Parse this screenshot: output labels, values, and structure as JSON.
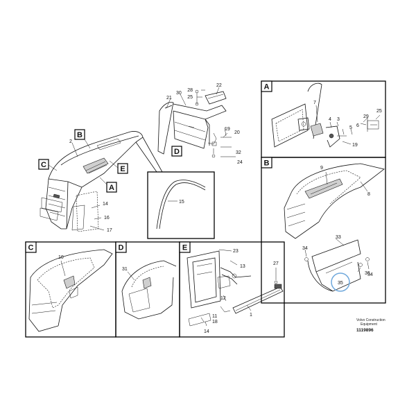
{
  "section_tags": {
    "A": "A",
    "B": "B",
    "C": "C",
    "D": "D",
    "E": "E"
  },
  "main_labels": {
    "n2": "2",
    "n14": "14",
    "n16": "16",
    "n17": "17",
    "n28": "28",
    "n25": "25",
    "n21": "21",
    "n30": "30",
    "n22": "22",
    "n19": "19",
    "n20": "20",
    "n32": "32",
    "n24": "24",
    "n15": "15"
  },
  "panel_a_labels": {
    "n7": "7",
    "n4": "4",
    "n3": "3",
    "n29": "29",
    "n25": "25",
    "n5": "5",
    "n6": "6",
    "n19": "19"
  },
  "panel_b_labels": {
    "n9": "9",
    "n8": "8",
    "n33": "33",
    "n34a": "34",
    "n36": "36",
    "n34b": "34",
    "n35": "35"
  },
  "panel_c_labels": {
    "n10": "10"
  },
  "panel_d_labels": {
    "n31": "31"
  },
  "panel_e_labels": {
    "n23": "23",
    "n13": "13",
    "n27": "27",
    "n1": "1",
    "n12": "12",
    "n11": "11",
    "n18": "18",
    "n14": "14"
  },
  "footer": {
    "brand_line1": "Volvo Construction",
    "brand_line2": "Equipment",
    "drawing_id": "1119896"
  },
  "colors": {
    "line": "#111111",
    "highlight_circle": "#6fa8dc",
    "background": "#ffffff"
  }
}
